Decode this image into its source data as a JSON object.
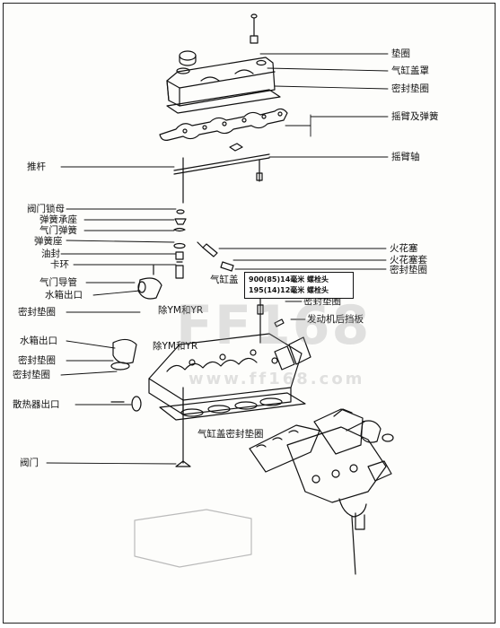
{
  "labels": {
    "gasket_ring": "垫圈",
    "cylinder_head_cover": "气缸盖罩",
    "cover_seal_gasket": "密封垫圈",
    "rocker_arm_spring": "摇臂及弹簧",
    "push_rod": "推杆",
    "rocker_shaft": "摇臂轴",
    "valve_lock_nut": "阀门锁母",
    "spring_seat": "弹簧承座",
    "valve_spring": "气门弹簧",
    "spring_seat_2": "弹簧座",
    "oil_seal": "油封",
    "clip_ring": "卡环",
    "valve_guide": "气门导管",
    "water_tank_outlet_1": "水箱出口",
    "seal_gasket_1": "密封垫圈",
    "water_tank_outlet_2": "水箱出口",
    "seal_gasket_2": "密封垫圈",
    "seal_gasket_3": "密封垫圈",
    "radiator_outlet": "散热器出口",
    "valve": "阀门",
    "spark_plug": "火花塞",
    "spark_plug_sleeve": "火花塞套",
    "seal_gasket_right": "密封垫圈",
    "cylinder_head": "气缸盖",
    "seal_gasket_mid": "密封垫圈",
    "engine_rear_plate": "发动机后挡板",
    "except_ym_yr_1": "除YM和YR",
    "except_ym_yr_2": "除YM和YR",
    "head_gasket": "气缸盖密封垫圈"
  },
  "torque_note": {
    "line1": "900(85)14毫米  螺栓头",
    "line2": "195(14)12毫米  螺栓头"
  },
  "watermark": {
    "logo": "FF168",
    "url": "www.ff168.com"
  }
}
